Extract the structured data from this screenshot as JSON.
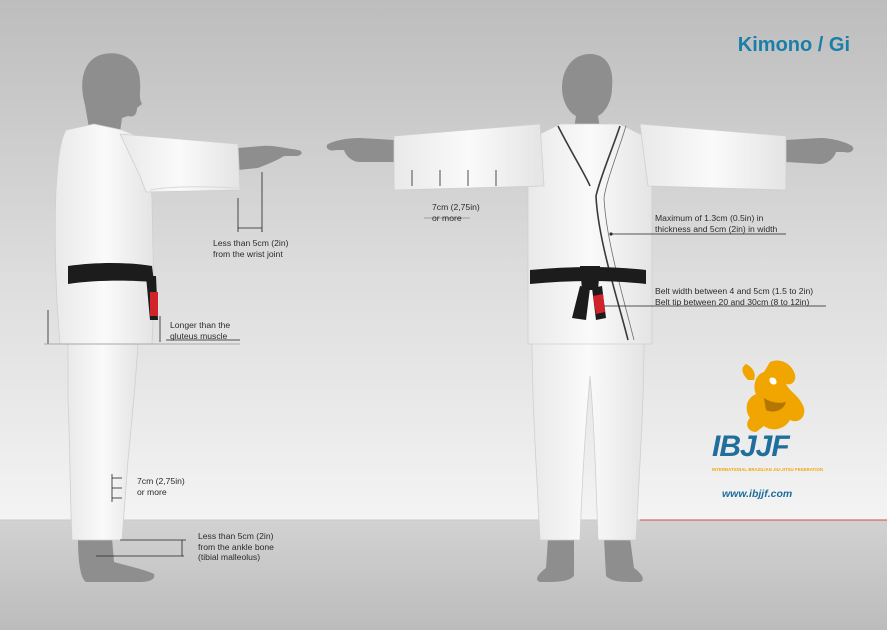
{
  "header": {
    "title": "Kimono / Gi"
  },
  "annotations": {
    "wrist": [
      "Less than 5cm (2in)",
      "from the wrist joint"
    ],
    "gluteus": [
      "Longer than the",
      "gluteus muscle"
    ],
    "sleeve_width": [
      "7cm (2,75in)",
      "or more"
    ],
    "leg_width": [
      "7cm (2,75in)",
      "or more"
    ],
    "ankle": [
      "Less than 5cm (2in)",
      "from the ankle bone",
      "(tibial malleolus)"
    ],
    "lapel": [
      "Maximum of 1.3cm (0.5in) in",
      "thickness and 5cm (2in) in width"
    ],
    "belt": [
      "Belt width between 4 and 5cm (1.5 to 2in)",
      "Belt tip between 20 and 30cm (8 to 12in)"
    ]
  },
  "logo": {
    "name": "IBJJF",
    "org_name": "INTERNATIONAL BRAZILIAN JIU-JITSU FEDERATION",
    "url": "www.ibjjf.com"
  },
  "colors": {
    "title_blue": "#1a7fa8",
    "logo_blue": "#1f6e9c",
    "logo_gold": "#f0a500",
    "belt_black": "#1c1c1c",
    "belt_tip_red": "#d2232a",
    "body_gray": "#8e8e8e",
    "gi_white": "#f4f4f4",
    "background_gray": "#d6d6d6"
  },
  "icons": [
    "tiger-mascot-icon",
    "measurement-arrow-icon"
  ]
}
